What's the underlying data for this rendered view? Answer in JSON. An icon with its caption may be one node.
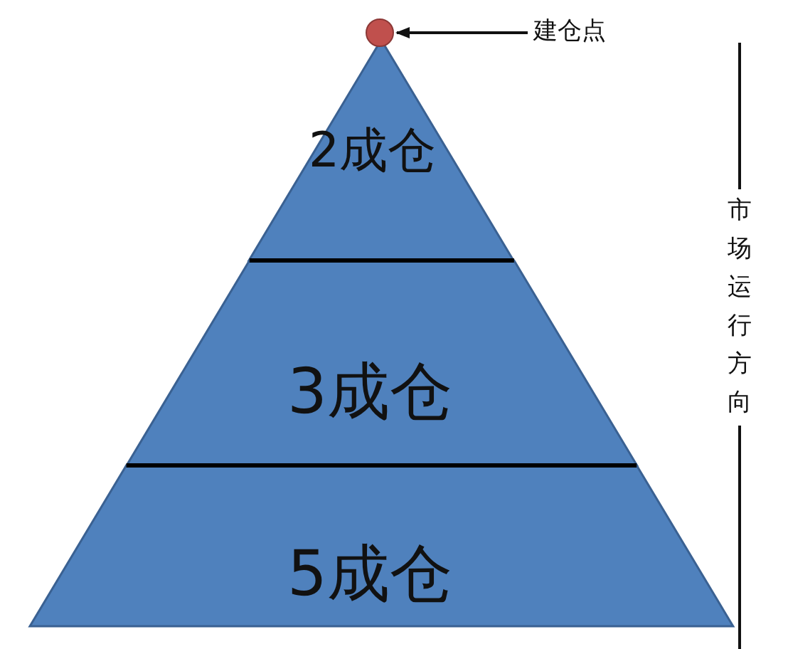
{
  "diagram": {
    "nodes": [
      {
        "text": [],
        "shape": "circle"
      },
      {
        "text": [
          "建仓点"
        ]
      },
      {
        "text": [
          "2成仓"
        ]
      },
      {
        "text": [
          "3成仓"
        ]
      },
      {
        "text": [
          "5成仓"
        ]
      }
    ],
    "edges": [
      {
        "from": 1,
        "to": 0,
        "arrow": "to"
      }
    ],
    "labels": [
      "市场运行方向"
    ]
  }
}
